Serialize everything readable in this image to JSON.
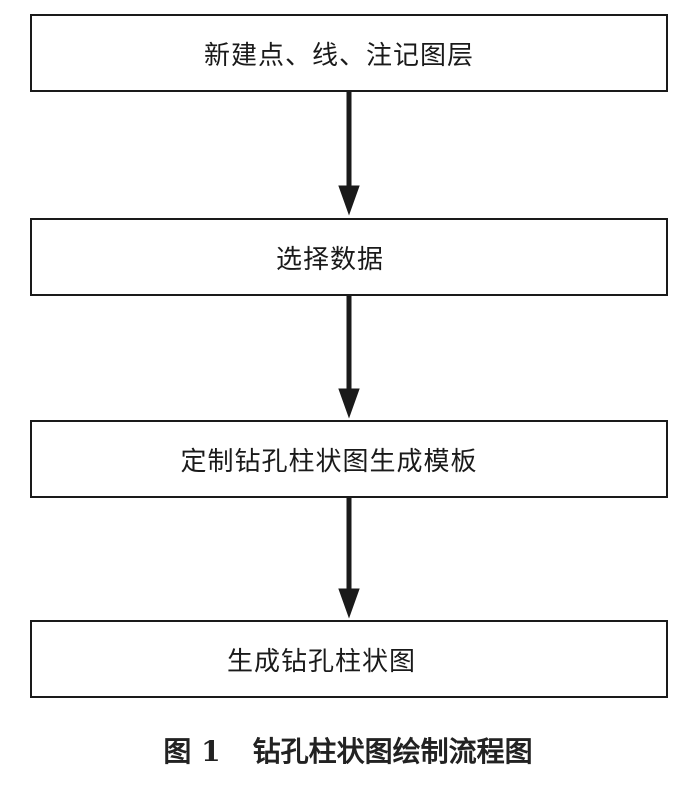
{
  "steps": [
    {
      "label": "新建点、线、注记图层"
    },
    {
      "label": "选择数据"
    },
    {
      "label": "定制钻孔柱状图生成模板"
    },
    {
      "label": "生成钻孔柱状图"
    }
  ],
  "caption": {
    "number": "图 1",
    "title": "钻孔柱状图绘制流程图"
  },
  "colors": {
    "line": "#1a1a1a",
    "background": "#ffffff"
  }
}
